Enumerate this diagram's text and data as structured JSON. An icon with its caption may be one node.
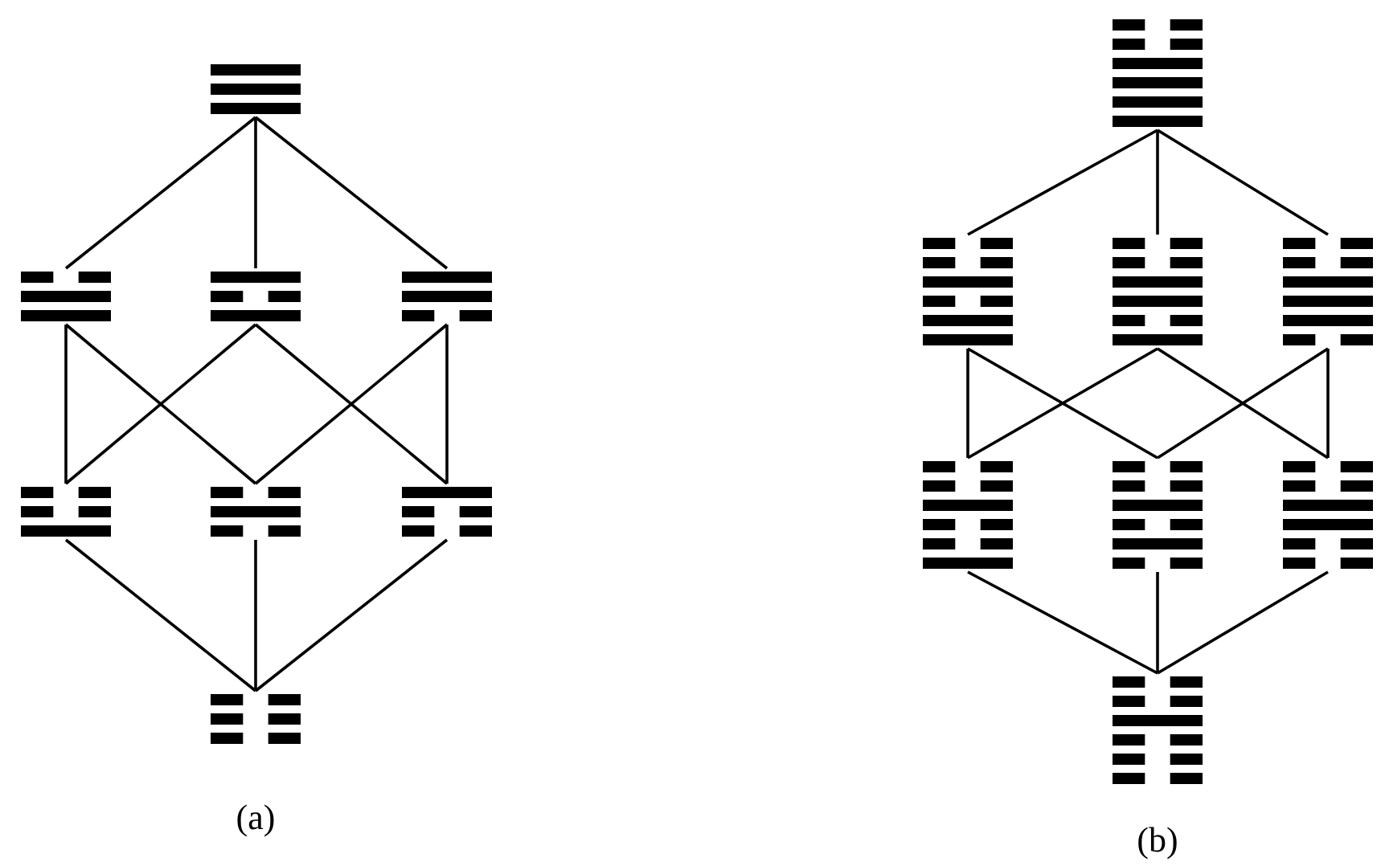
{
  "diagram": {
    "nodes": [
      {
        "text": [],
        "shape": "picture"
      },
      {
        "text": [],
        "shape": "picture"
      },
      {
        "text": [],
        "shape": "picture"
      },
      {
        "text": [],
        "shape": "picture"
      },
      {
        "text": [],
        "shape": "picture"
      },
      {
        "text": [],
        "shape": "picture"
      },
      {
        "text": [],
        "shape": "picture"
      },
      {
        "text": [],
        "shape": "picture"
      },
      {
        "text": [],
        "shape": "picture"
      },
      {
        "text": [],
        "shape": "picture"
      },
      {
        "text": [],
        "shape": "picture"
      },
      {
        "text": [],
        "shape": "picture"
      },
      {
        "text": [],
        "shape": "picture"
      },
      {
        "text": [],
        "shape": "picture"
      },
      {
        "text": [],
        "shape": "picture"
      },
      {
        "text": [],
        "shape": "picture"
      }
    ],
    "edges": [
      {
        "from": 0,
        "to": 1,
        "arrow": "none"
      },
      {
        "from": 0,
        "to": 2,
        "arrow": "none"
      },
      {
        "from": 0,
        "to": 3,
        "arrow": "none"
      },
      {
        "from": 1,
        "to": 4,
        "arrow": "none"
      },
      {
        "from": 1,
        "to": 5,
        "arrow": "none"
      },
      {
        "from": 2,
        "to": 4,
        "arrow": "none"
      },
      {
        "from": 2,
        "to": 6,
        "arrow": "none"
      },
      {
        "from": 3,
        "to": 5,
        "arrow": "none"
      },
      {
        "from": 3,
        "to": 6,
        "arrow": "none"
      },
      {
        "from": 4,
        "to": 7,
        "arrow": "none"
      },
      {
        "from": 5,
        "to": 7,
        "arrow": "none"
      },
      {
        "from": 6,
        "to": 7,
        "arrow": "none"
      },
      {
        "from": 8,
        "to": 9,
        "arrow": "none"
      },
      {
        "from": 8,
        "to": 10,
        "arrow": "none"
      },
      {
        "from": 8,
        "to": 11,
        "arrow": "none"
      },
      {
        "from": 9,
        "to": 12,
        "arrow": "none"
      },
      {
        "from": 9,
        "to": 13,
        "arrow": "none"
      },
      {
        "from": 10,
        "to": 12,
        "arrow": "none"
      },
      {
        "from": 10,
        "to": 14,
        "arrow": "none"
      },
      {
        "from": 11,
        "to": 13,
        "arrow": "none"
      },
      {
        "from": 11,
        "to": 14,
        "arrow": "none"
      },
      {
        "from": 12,
        "to": 15,
        "arrow": "none"
      },
      {
        "from": 13,
        "to": 15,
        "arrow": "none"
      },
      {
        "from": 14,
        "to": 15,
        "arrow": "none"
      }
    ],
    "labels": [
      "(a)",
      "(b)"
    ]
  }
}
